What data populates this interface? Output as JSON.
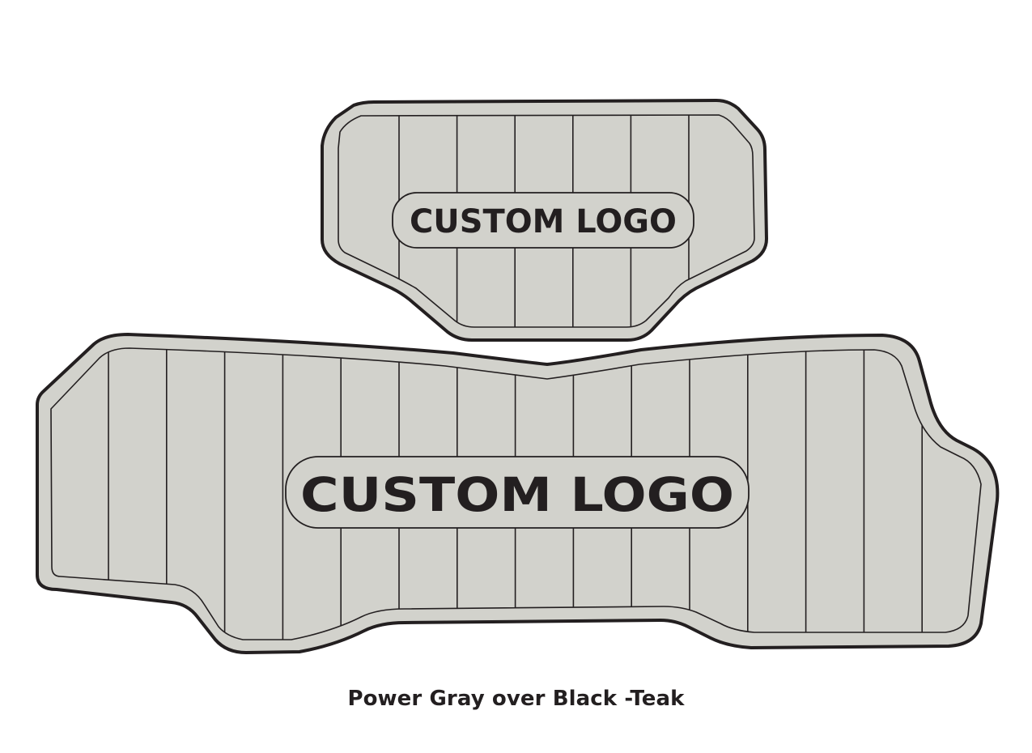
{
  "colors": {
    "mat_fill": "#d2d2cc",
    "outline": "#231f20",
    "background": "#ffffff"
  },
  "top_mat": {
    "logo_text": "CUSTOM LOGO",
    "groove_count": 6
  },
  "bottom_mat": {
    "logo_text": "CUSTOM LOGO",
    "groove_count": 15
  },
  "caption": "Power Gray over Black -Teak"
}
